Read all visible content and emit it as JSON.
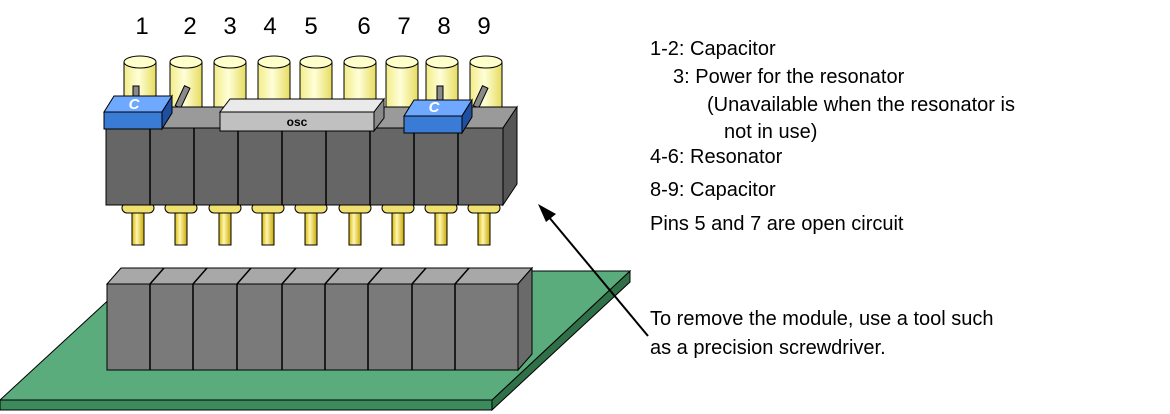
{
  "pin_numbers": [
    "1",
    "2",
    "3",
    "4",
    "5",
    "6",
    "7",
    "8",
    "9"
  ],
  "module_labels": {
    "capacitor_left": "C",
    "oscillator": "osc",
    "capacitor_right": "C"
  },
  "notes": {
    "pins_1_2": "1-2: Capacitor",
    "pin_3": "3: Power for the resonator",
    "pin_3_detail_line1": "(Unavailable when the resonator is",
    "pin_3_detail_line2": "not in use)",
    "pins_4_6": "4-6: Resonator",
    "pins_8_9": "8-9: Capacitor",
    "open_pins": "Pins 5 and 7 are open circuit",
    "removal_line1": "To remove the module, use a tool such",
    "removal_line2": "as a precision screwdriver."
  },
  "colors": {
    "pcb": "#5aac7c",
    "socket_block": "#808080",
    "pin_cap": "#ffff99",
    "capacitor_chip": "#3a7bd5",
    "oscillator_chip": "#c0c0c0"
  }
}
